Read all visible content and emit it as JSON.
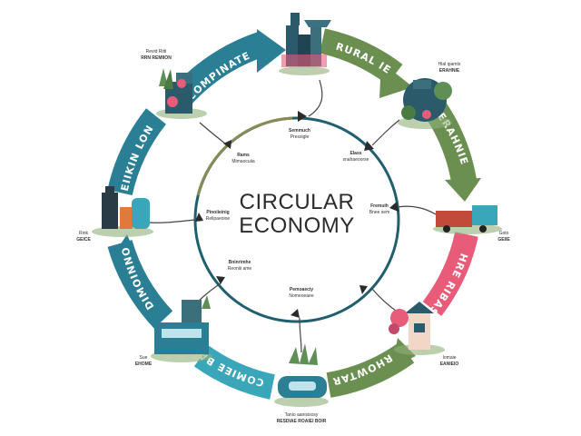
{
  "center": {
    "line1": "CIRCULAR",
    "line2": "ECONOMY"
  },
  "banners": [
    {
      "label": "COMPINATE"
    },
    {
      "label": "RURAL IE"
    },
    {
      "label": "ERAHNIE"
    },
    {
      "label": "HRE RIBAS"
    },
    {
      "label": "RHOWTAR"
    },
    {
      "label": "COMIEE BAIS"
    },
    {
      "label": "DIMOINNO"
    },
    {
      "label": "EIIKIN LONIMIO"
    }
  ],
  "callouts": [
    {
      "l1": "Revid Ritti",
      "l2": "RRN REMIION"
    },
    {
      "l1": "Hlal ipamts",
      "l2": "ERAHNIE"
    },
    {
      "l1": "Goto",
      "l2": "GEIIE"
    },
    {
      "l1": "Iomaie",
      "l2": "EANIEIO"
    },
    {
      "l1": "Tanio aanisisosy",
      "l2": "RESDIAE ROAIEI BOIR"
    },
    {
      "l1": "Sue",
      "l2": "EHOME"
    },
    {
      "l1": "Rink",
      "l2": "GEICE"
    }
  ],
  "inner_labels": [
    {
      "l1": "Semmuch",
      "l2": "Pressigle"
    },
    {
      "l1": "Elass",
      "l2": "snahaeoorse"
    },
    {
      "l1": "Rams",
      "l2": "Mimaocuiia"
    },
    {
      "l1": "Pinoiieinig",
      "l2": "Relipaeoioe"
    },
    {
      "l1": "Fremuih",
      "l2": "Bnee sem"
    },
    {
      "l1": "Bninrimhe",
      "l2": "Reoniii ame"
    },
    {
      "l1": "Pemoaeciy",
      "l2": "Nomeoeaee"
    }
  ],
  "colors": {
    "teal": "#2b7f94",
    "green": "#6b8f50",
    "pink": "#e85c7a",
    "inner_ring": "#1f5f6e",
    "inner_ring_olive": "#8a8a55",
    "truck": "#c14a3a",
    "arrow_cyan": "#3aa6b9"
  }
}
